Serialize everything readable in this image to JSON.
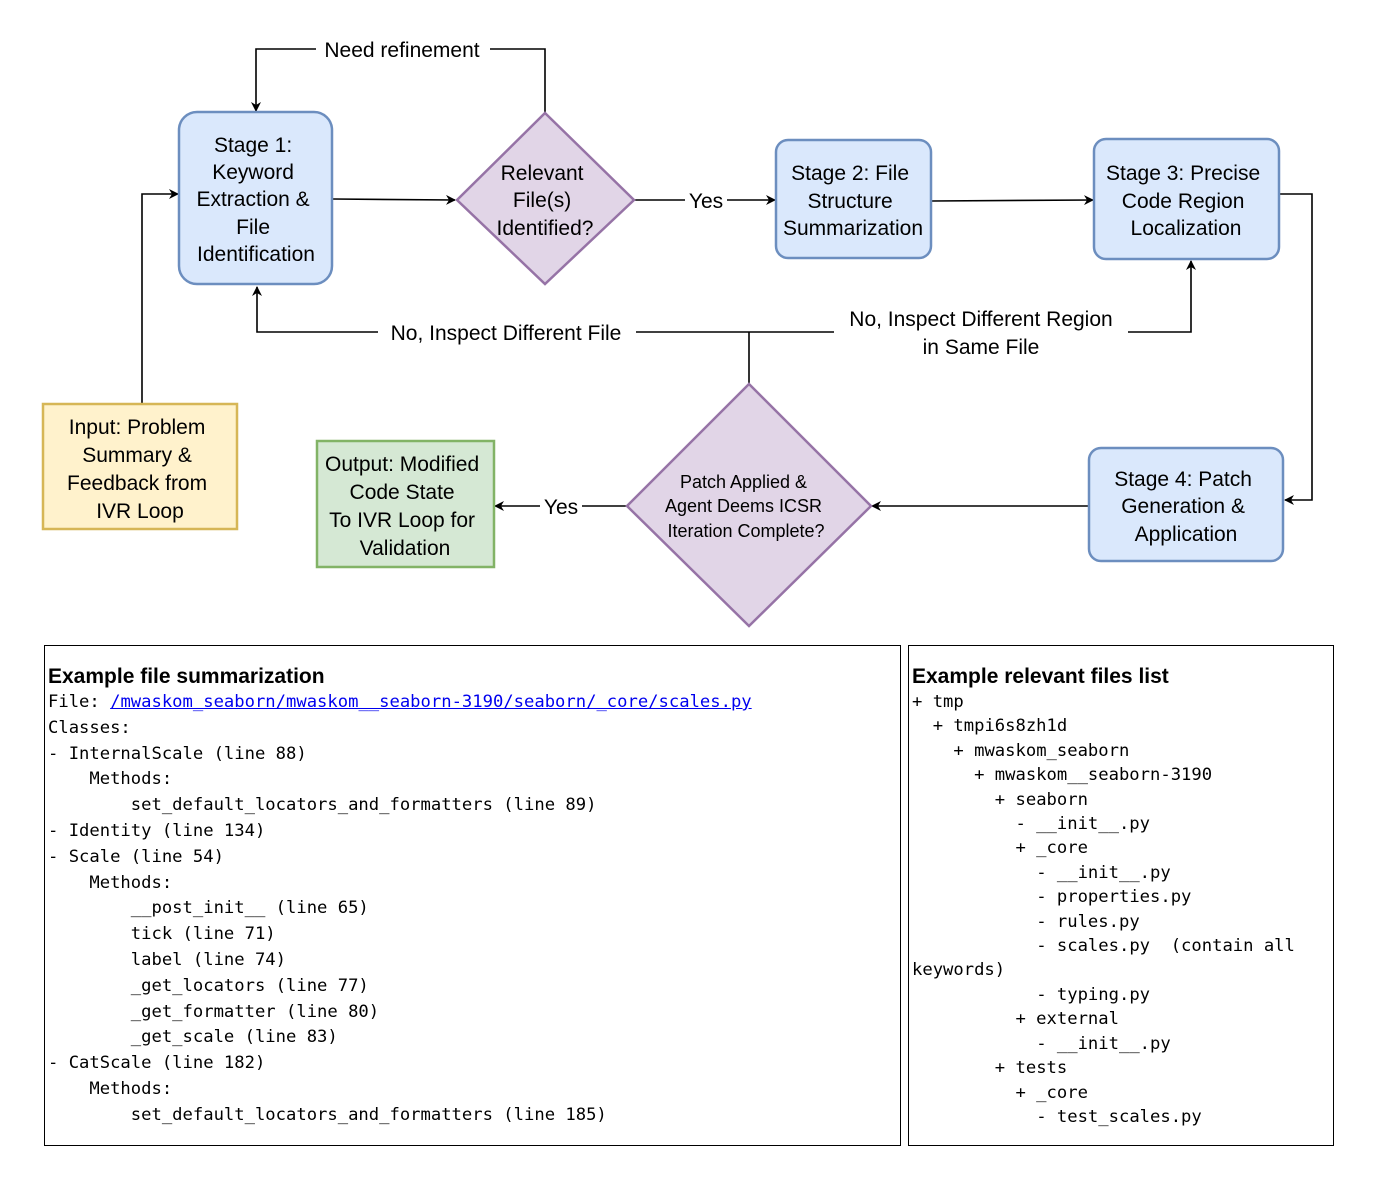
{
  "nodes": {
    "stage1": [
      "Stage 1:",
      "Keyword",
      "Extraction &",
      "File",
      "Identification"
    ],
    "relevant_decision": [
      "Relevant",
      "File(s)",
      "Identified?"
    ],
    "stage2": [
      "Stage 2: File",
      "Structure",
      "Summarization"
    ],
    "stage3": [
      "Stage 3: Precise",
      "Code Region",
      "Localization"
    ],
    "input": [
      "Input: Problem",
      "Summary &",
      "Feedback from",
      "IVR Loop"
    ],
    "output": [
      "Output: Modified",
      "Code State",
      "To IVR Loop for",
      "Validation"
    ],
    "patch_decision": [
      "Patch Applied &",
      "Agent Deems ICSR",
      "Iteration Complete?"
    ],
    "stage4": [
      "Stage 4: Patch",
      "Generation &",
      "Application"
    ]
  },
  "edges": {
    "need_refinement": "Need refinement",
    "yes_to_stage2": "Yes",
    "no_different_file": "No, Inspect Different File",
    "no_different_region": [
      "No, Inspect Different Region",
      "in Same File"
    ],
    "yes_to_output": "Yes"
  },
  "colors": {
    "stage_fill": "#dae8fc",
    "stage_stroke": "#6c8ebf",
    "decision_fill": "#e1d5e7",
    "decision_stroke": "#9673a6",
    "input_fill": "#fff2cc",
    "input_stroke": "#d6b656",
    "output_fill": "#d5e8d4",
    "output_stroke": "#82b366",
    "link": "#0000ee"
  },
  "summarization_panel": {
    "title": "Example file summarization",
    "file_prefix": "File: ",
    "file_path": "/mwaskom_seaborn/mwaskom__seaborn-3190/seaborn/_core/scales.py",
    "lines": [
      "Classes:",
      "- InternalScale (line 88)",
      "    Methods:",
      "        set_default_locators_and_formatters (line 89)",
      "- Identity (line 134)",
      "- Scale (line 54)",
      "    Methods:",
      "        __post_init__ (line 65)",
      "        tick (line 71)",
      "        label (line 74)",
      "        _get_locators (line 77)",
      "        _get_formatter (line 80)",
      "        _get_scale (line 83)",
      "- CatScale (line 182)",
      "    Methods:",
      "        set_default_locators_and_formatters (line 185)"
    ]
  },
  "files_panel": {
    "title": "Example relevant files list",
    "text": "+ tmp\n  + tmpi6s8zh1d\n    + mwaskom_seaborn\n      + mwaskom__seaborn-3190\n        + seaborn\n          - __init__.py\n          + _core\n            - __init__.py\n            - properties.py\n            - rules.py\n            - scales.py  (contain all keywords)\n            - typing.py\n          + external\n            - __init__.py\n        + tests\n          + _core\n            - test_scales.py"
  }
}
